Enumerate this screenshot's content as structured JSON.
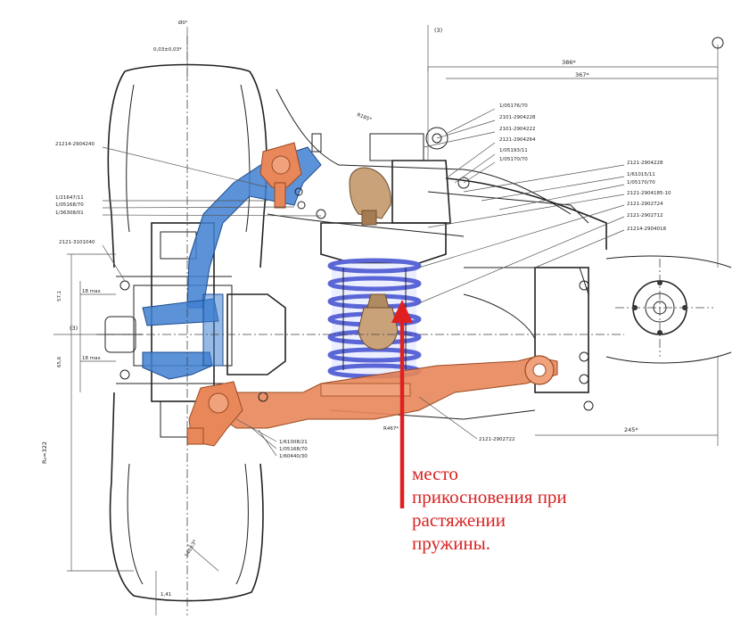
{
  "caption": {
    "lines": [
      "место",
      "прикосновения при",
      "растяжении",
      "пружины."
    ],
    "color": "#d92323"
  },
  "colors": {
    "upper_arm": "#3f7fd0",
    "lower_arm": "#e8875a",
    "spring": "#6f7fe0",
    "bump_stop": "#c9a27a",
    "arrow": "#e02020"
  },
  "labels": {
    "dims": {
      "d386": "386*",
      "d367": "367*",
      "d245": "245*",
      "d57": "57,1",
      "d65": "65,6",
      "d222": "R₀=322",
      "d141": "1,41",
      "d03": "0,03±0,03*",
      "d3": "(3)",
      "d3b": "(3)",
      "dr": "R185*",
      "dr2": "R467*",
      "d18": "18 max",
      "d18b": "18 max",
      "ang": "Ø0°",
      "d140": "140±3*"
    },
    "parts": {
      "p1": "21214-2904240",
      "p2": "1/21647/11",
      "p3": "1/05168/70",
      "p4": "1/36308/01",
      "p5": "2121-3101040",
      "p6": "1/05176/70",
      "p7": "2101-2904228",
      "p8": "2101-2904222",
      "p9": "2121-2904264",
      "p10": "1/05193/11",
      "p11": "1/05170/70",
      "p12": "2121-2904228",
      "p13": "1/61015/11",
      "p14": "1/05170/70",
      "p15": "2121-2904185-10",
      "p16": "2121-2902724",
      "p17": "2121-2902712",
      "p18": "21214-2904018",
      "p19": "2121-2902722",
      "p20": "1/61008/21",
      "p21": "1/05168/70",
      "p22": "1/60440/30"
    }
  }
}
